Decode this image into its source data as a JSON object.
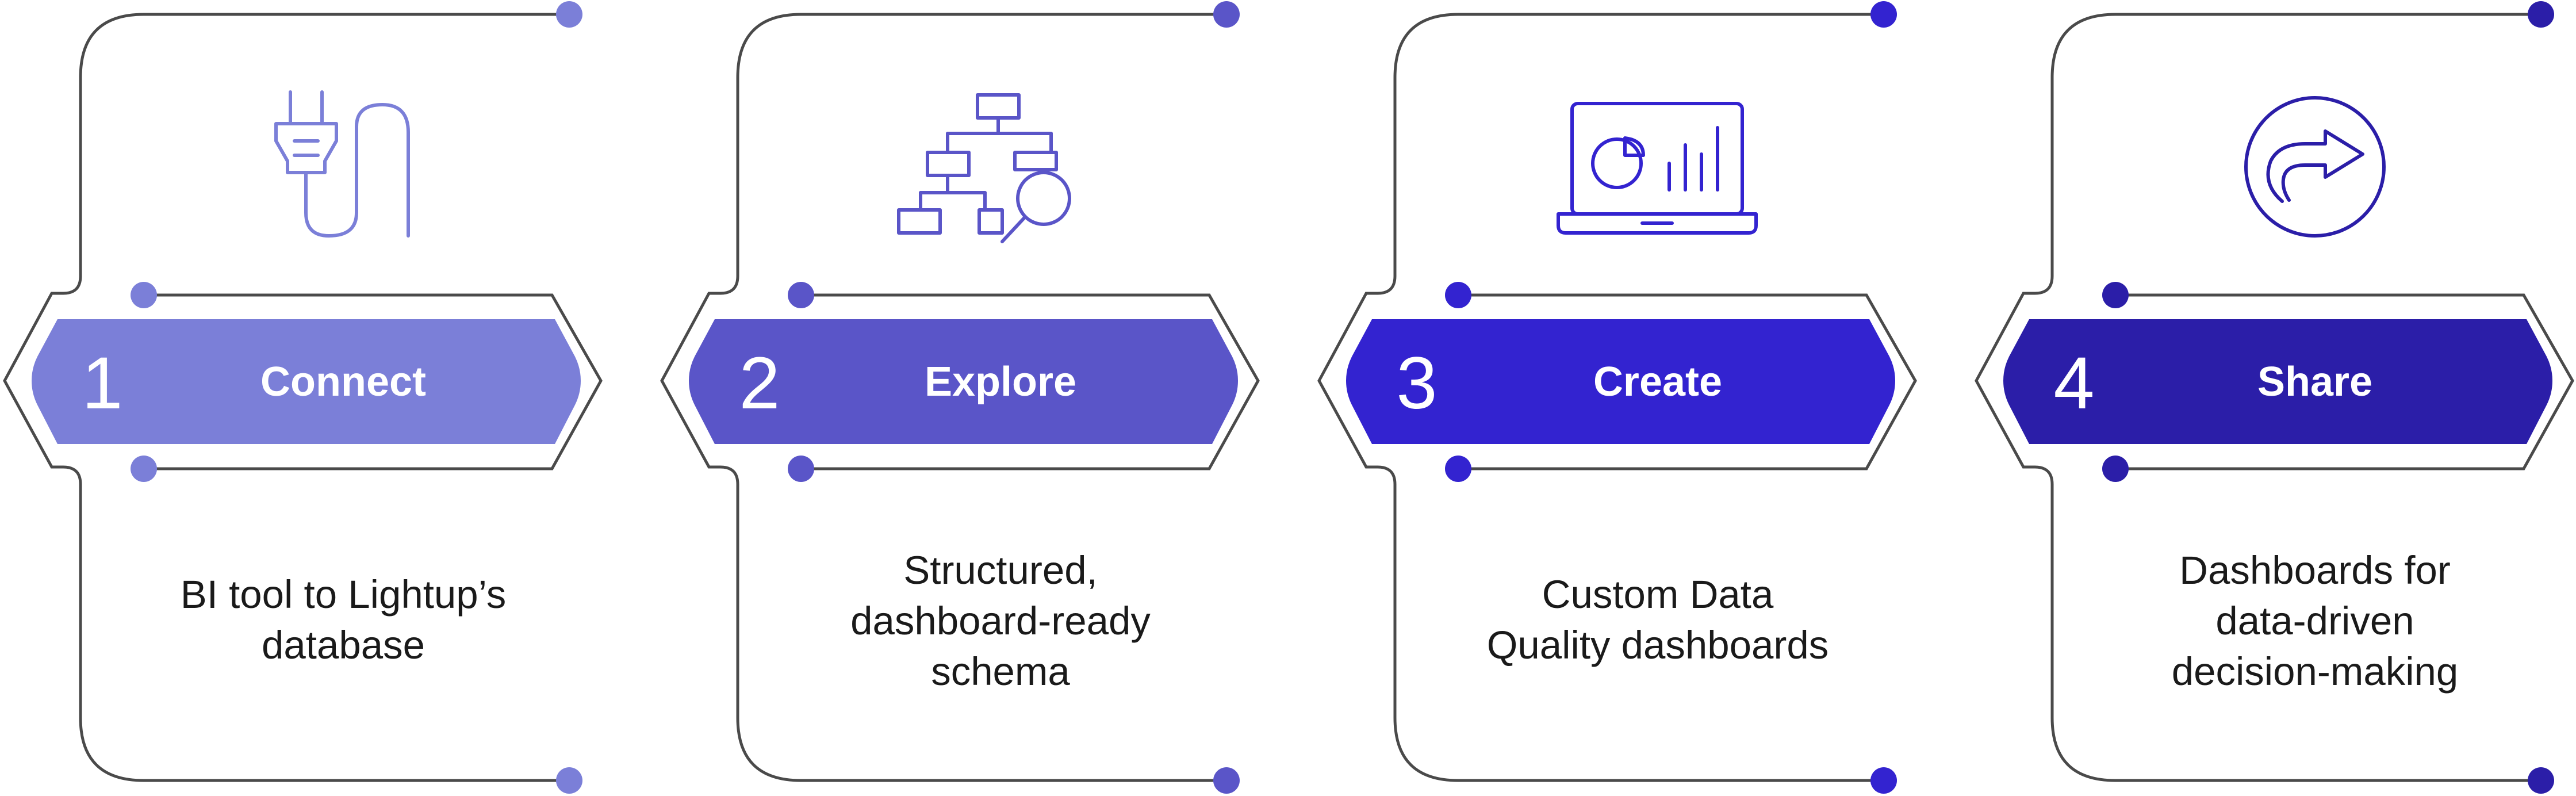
{
  "steps": [
    {
      "number": "1",
      "label": "Connect",
      "description": "BI tool to Lightup’s\ndatabase",
      "color": "#7b7fd8",
      "icon": "plug-cable-icon"
    },
    {
      "number": "2",
      "label": "Explore",
      "description": "Structured,\ndashboard-ready\nschema",
      "color": "#5a55c8",
      "icon": "schema-search-icon"
    },
    {
      "number": "3",
      "label": "Create",
      "description": "Custom Data\nQuality dashboards",
      "color": "#3323d0",
      "icon": "laptop-charts-icon"
    },
    {
      "number": "4",
      "label": "Share",
      "description": "Dashboards for\ndata-driven\ndecision-making",
      "color": "#2b1ea8",
      "icon": "share-arrow-icon"
    }
  ]
}
